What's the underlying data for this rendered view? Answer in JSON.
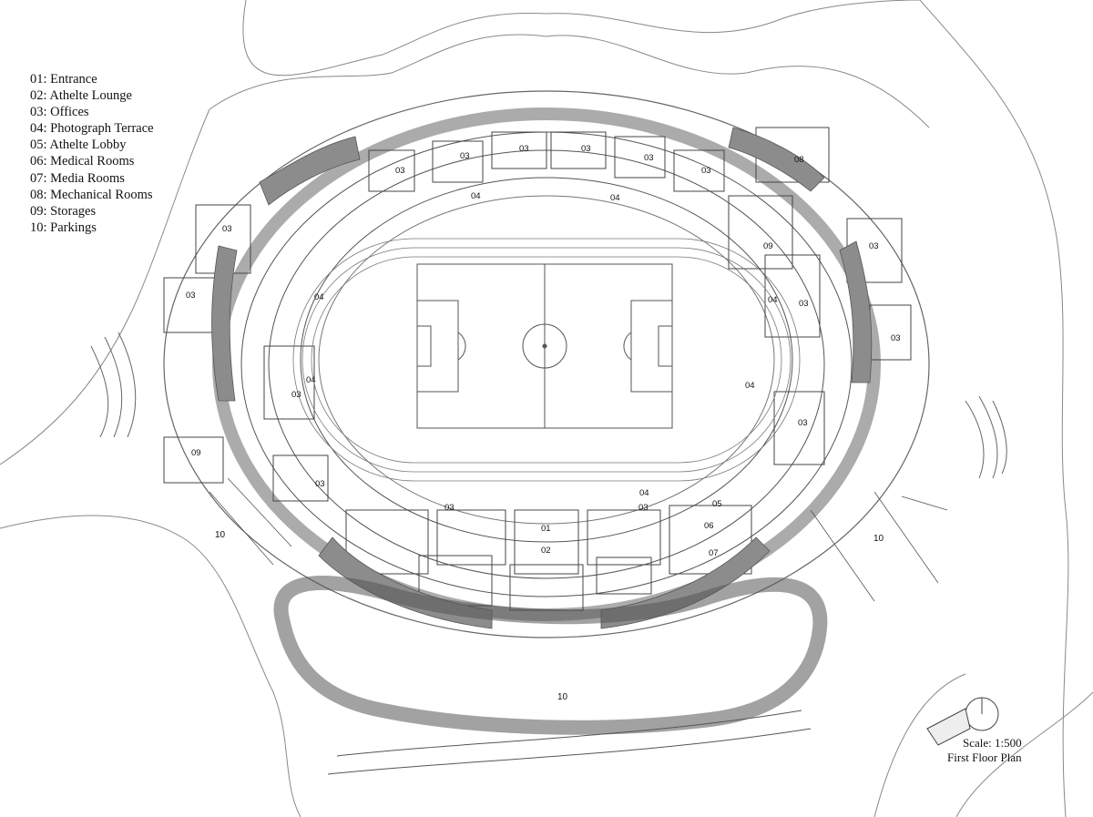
{
  "legend": [
    "01: Entrance",
    "02: Athelte Lounge",
    "03: Offices",
    "04: Photograph Terrace",
    "05: Athelte Lobby",
    "06: Medical Rooms",
    "07: Media Rooms",
    "08: Mechanical Rooms",
    "09: Storages",
    "10: Parkings"
  ],
  "scale_label": "Scale: 1:500",
  "plan_title": "First Floor Plan",
  "plan_labels": {
    "offices": "03",
    "terrace": "04",
    "entrance": "01",
    "lounge": "02",
    "lobby": "05",
    "medical": "06",
    "media": "07",
    "mechanical": "08",
    "storage": "09",
    "parking": "10"
  },
  "colors": {
    "line": "#555555",
    "fill_dark": "#8c8c8c",
    "fill_mid": "#bdbdbd",
    "background": "#ffffff"
  }
}
